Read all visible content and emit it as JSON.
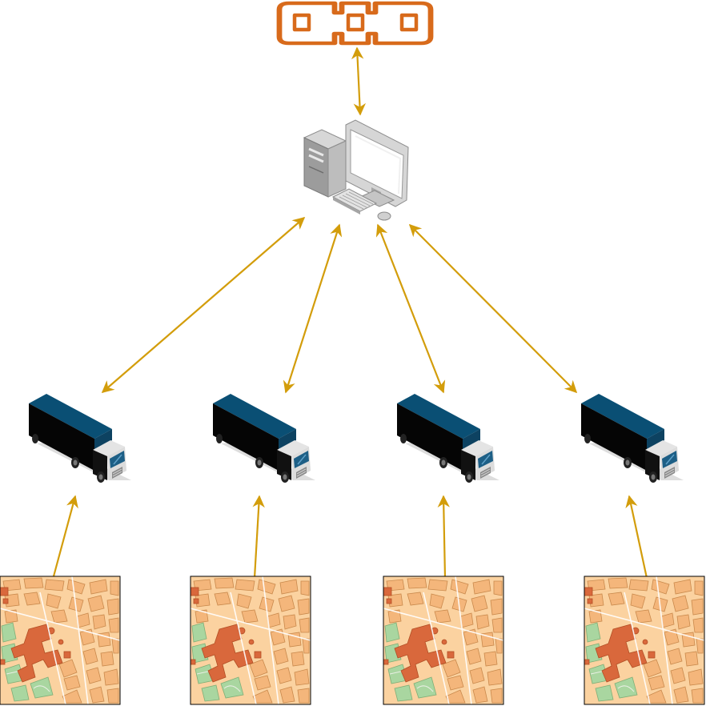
{
  "diagram": {
    "colors": {
      "arrow": "#d39d0b",
      "blockchain": "#d86a1b",
      "truck_body": "#0a4f74",
      "truck_side": "#000000",
      "map_bg": "#fbd2a0",
      "map_block": "#f4b67b",
      "map_park": "#a9d6a0",
      "map_landmark": "#d9683c"
    },
    "nodes": {
      "blockchain": {
        "icon": "blockchain-chain-icon"
      },
      "server": {
        "icon": "desktop-computer-icon"
      },
      "vehicles": [
        {
          "icon": "truck-icon"
        },
        {
          "icon": "truck-icon"
        },
        {
          "icon": "truck-icon"
        },
        {
          "icon": "truck-icon"
        }
      ],
      "maps": [
        {
          "icon": "city-map-icon"
        },
        {
          "icon": "city-map-icon"
        },
        {
          "icon": "city-map-icon"
        },
        {
          "icon": "city-map-icon"
        }
      ]
    },
    "edges": [
      {
        "from": "blockchain",
        "to": "server",
        "direction": "both"
      },
      {
        "from": "server",
        "to": "vehicle-1",
        "direction": "both"
      },
      {
        "from": "server",
        "to": "vehicle-2",
        "direction": "both"
      },
      {
        "from": "server",
        "to": "vehicle-3",
        "direction": "both"
      },
      {
        "from": "server",
        "to": "vehicle-4",
        "direction": "both"
      },
      {
        "from": "map-1",
        "to": "vehicle-1",
        "direction": "forward"
      },
      {
        "from": "map-2",
        "to": "vehicle-2",
        "direction": "forward"
      },
      {
        "from": "map-3",
        "to": "vehicle-3",
        "direction": "forward"
      },
      {
        "from": "map-4",
        "to": "vehicle-4",
        "direction": "forward"
      }
    ]
  }
}
